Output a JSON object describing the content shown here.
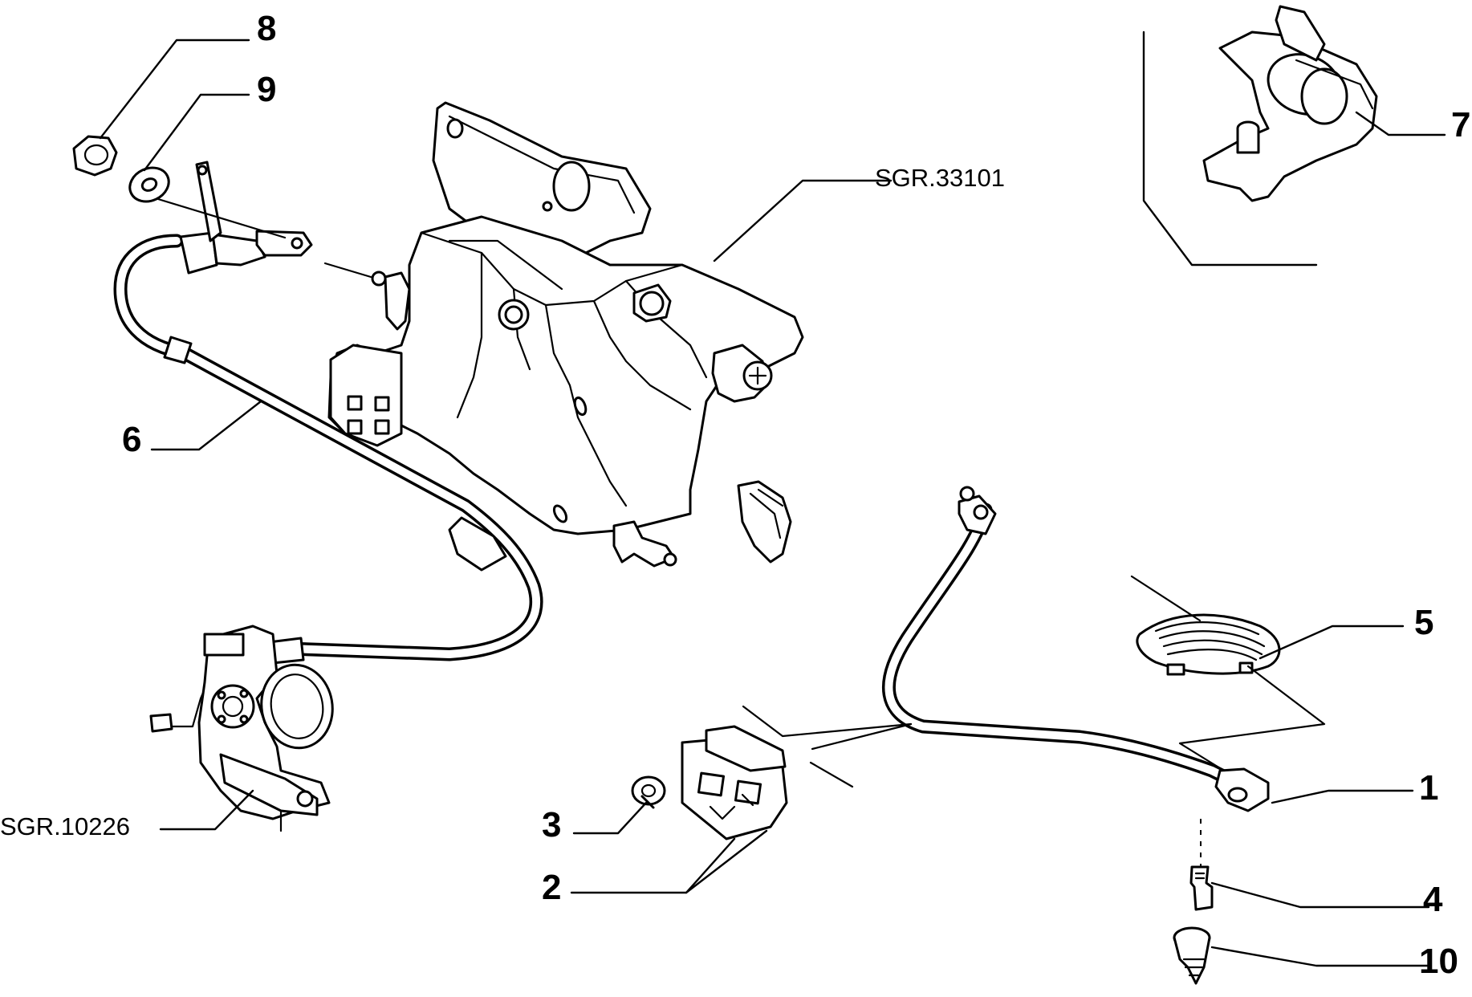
{
  "callouts": {
    "c1": "1",
    "c2": "2",
    "c3": "3",
    "c4": "4",
    "c5": "5",
    "c6": "6",
    "c7": "7",
    "c8": "8",
    "c9": "9",
    "c10": "10"
  },
  "references": {
    "pedal_assembly": "SGR.33101",
    "throttle_body": "SGR.10226"
  }
}
